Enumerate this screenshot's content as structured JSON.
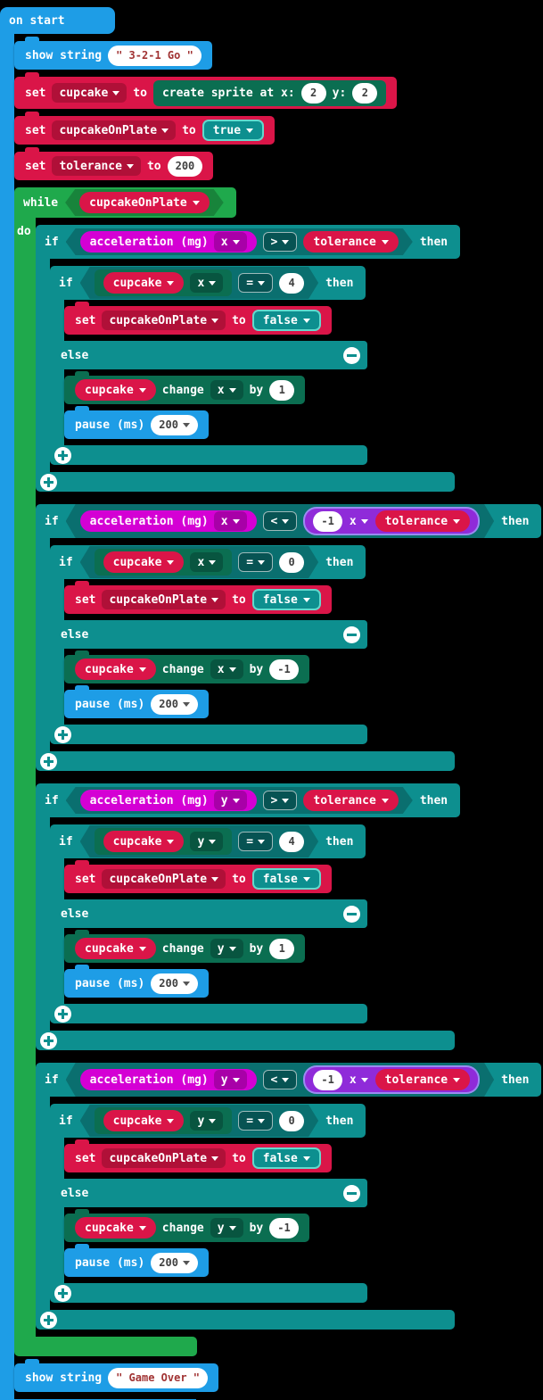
{
  "palette": {
    "background": "#000000",
    "basic_blue": "#1e9de6",
    "variables_red": "#da1548",
    "red_dark": "#b01038",
    "logic_teal": "#0d8f8f",
    "loops_green": "#1fa94c",
    "game_green": "#0b6e51",
    "game_dark": "#085540",
    "input_magenta": "#d400d4",
    "magenta_dark": "#a800a8",
    "math_purple": "#8f2bd9",
    "string_text": "#a13333",
    "number_text": "#404040"
  },
  "labels": {
    "on_start": "on start",
    "show_string": "show string",
    "set": "set",
    "to": "to",
    "while": "while",
    "do": "do",
    "if": "if",
    "then": "then",
    "else": "else",
    "change": "change",
    "by": "by",
    "pause_ms": "pause (ms)",
    "create_sprite": "create sprite at x:",
    "y_label": "y:",
    "acceleration": "acceleration (mg)"
  },
  "variables": {
    "cupcake": "cupcake",
    "cupcake_on_plate": "cupcakeOnPlate",
    "tolerance": "tolerance"
  },
  "start": {
    "greeting": "\" 3-2-1 Go \"",
    "sprite_x": "2",
    "sprite_y": "2",
    "on_plate_initial": "true",
    "tolerance_value": "200"
  },
  "loop": {
    "condition_variable": "cupcakeOnPlate"
  },
  "ifs": [
    {
      "accel_axis": "x",
      "comparison": ">",
      "threshold_variable": "tolerance",
      "inner": {
        "sprite": "cupcake",
        "property": "x",
        "equals": "=",
        "edge_value": "4",
        "set_variable": "cupcakeOnPlate",
        "set_value": "false",
        "change_property": "x",
        "change_by": "1",
        "pause_value": "200"
      }
    },
    {
      "accel_axis": "x",
      "comparison": "<",
      "multiply_left": "-1",
      "multiply_op": "x",
      "threshold_variable": "tolerance",
      "inner": {
        "sprite": "cupcake",
        "property": "x",
        "equals": "=",
        "edge_value": "0",
        "set_variable": "cupcakeOnPlate",
        "set_value": "false",
        "change_property": "x",
        "change_by": "-1",
        "pause_value": "200"
      }
    },
    {
      "accel_axis": "y",
      "comparison": ">",
      "threshold_variable": "tolerance",
      "inner": {
        "sprite": "cupcake",
        "property": "y",
        "equals": "=",
        "edge_value": "4",
        "set_variable": "cupcakeOnPlate",
        "set_value": "false",
        "change_property": "y",
        "change_by": "1",
        "pause_value": "200"
      }
    },
    {
      "accel_axis": "y",
      "comparison": "<",
      "multiply_left": "-1",
      "multiply_op": "x",
      "threshold_variable": "tolerance",
      "inner": {
        "sprite": "cupcake",
        "property": "y",
        "equals": "=",
        "edge_value": "0",
        "set_variable": "cupcakeOnPlate",
        "set_value": "false",
        "change_property": "y",
        "change_by": "-1",
        "pause_value": "200"
      }
    }
  ],
  "end": {
    "game_over": "\" Game Over \""
  }
}
